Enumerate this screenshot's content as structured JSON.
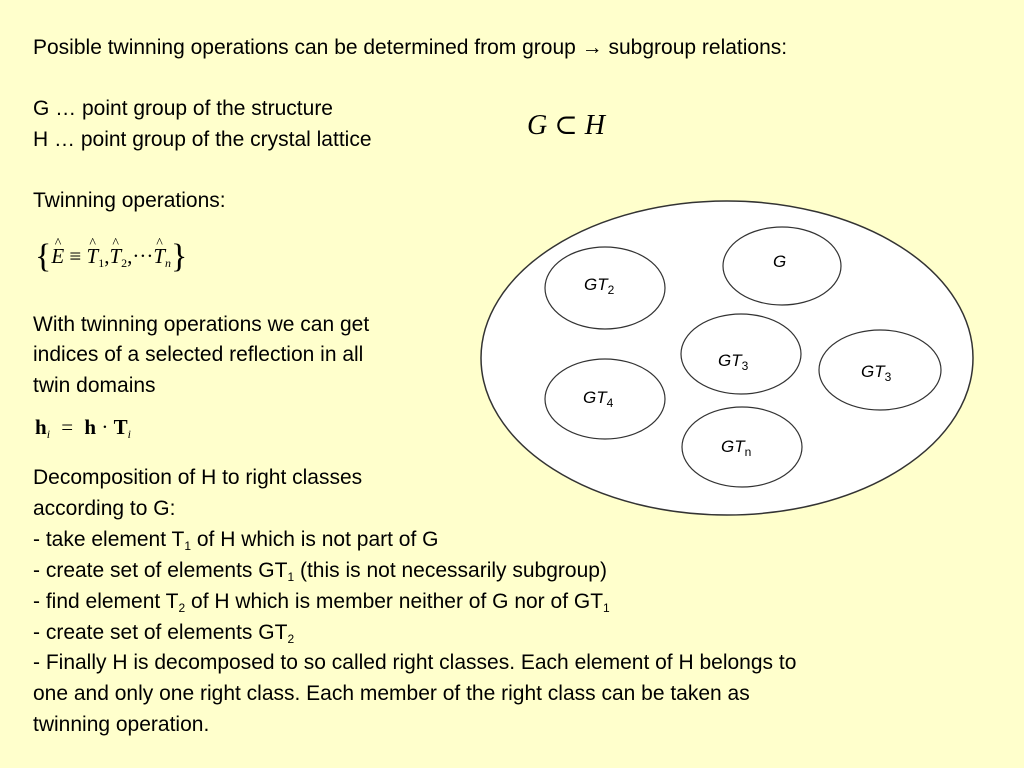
{
  "intro": "Posible twinning operations can be determined from group → subgroup relations:",
  "defs": {
    "g_line": "G … point group of the structure",
    "h_line": "H … point group of the crystal lattice"
  },
  "relation": {
    "left": "G",
    "op": "⊂",
    "right": "H"
  },
  "twinning_heading": "Twinning operations:",
  "twin_set": {
    "open": "{",
    "e": "E",
    "equiv": "≡",
    "t": "T",
    "idx1": "1",
    "idx2": "2",
    "sep": ",",
    "dots": "···",
    "idxn": "n",
    "close": "}"
  },
  "indices_text": [
    "With twinning operations we can get",
    "indices of a selected reflection in all",
    "twin domains"
  ],
  "index_eq": {
    "h": "h",
    "i": "i",
    "eq": "=",
    "dot": "·",
    "T": "T"
  },
  "decomposition": {
    "l1": "Decomposition of H to right classes",
    "l2": "according to G:",
    "step1_pre": "- take element T",
    "step1_sub": "1",
    "step1_post": " of H which is not part of G",
    "step2_pre": "- create set of elements GT",
    "step2_sub": "1",
    "step2_post": " (this is not necessarily subgroup)",
    "step3_pre": "- find element T",
    "step3_sub": "2",
    "step3_mid": " of H which is member neither of G nor of GT",
    "step3_sub2": "1",
    "step4_pre": "- create set of elements GT",
    "step4_sub": "2",
    "final": [
      "- Finally H is decomposed to so called right classes. Each element of H belongs to",
      "one and only one right class. Each member of the right class can be taken as",
      "twinning operation."
    ]
  },
  "classes": {
    "g": "G",
    "gt2": {
      "base": "GT",
      "sub": "2"
    },
    "gt3a": {
      "base": "GT",
      "sub": "3"
    },
    "gt3b": {
      "base": "GT",
      "sub": "3"
    },
    "gt4": {
      "base": "GT",
      "sub": "4"
    },
    "gtn": {
      "base": "GT",
      "sub": "n"
    }
  }
}
